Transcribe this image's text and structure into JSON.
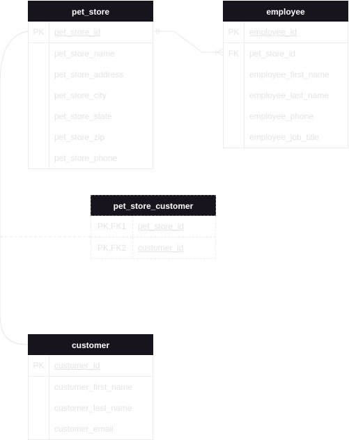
{
  "colors": {
    "header_bg": "#18141d",
    "header_text": "#ffffff",
    "attr_text": "#e4e4e4",
    "line": "#e8e8e8"
  },
  "entities": {
    "pet_store": {
      "name": "pet_store",
      "rows": [
        {
          "key": "PK",
          "attr": "pet_store_id"
        },
        {
          "key": "",
          "attr": "pet_store_name"
        },
        {
          "key": "",
          "attr": "pet_store_address"
        },
        {
          "key": "",
          "attr": "pet_store_city"
        },
        {
          "key": "",
          "attr": "pet_store_state"
        },
        {
          "key": "",
          "attr": "pet_store_zip"
        },
        {
          "key": "",
          "attr": "pet_store_phone"
        }
      ]
    },
    "employee": {
      "name": "employee",
      "rows": [
        {
          "key": "PK",
          "attr": "employee_id"
        },
        {
          "key": "FK",
          "attr": "pet_store_id"
        },
        {
          "key": "",
          "attr": "employee_first_name"
        },
        {
          "key": "",
          "attr": "employee_last_name"
        },
        {
          "key": "",
          "attr": "employee_phone"
        },
        {
          "key": "",
          "attr": "employee_job_title"
        }
      ]
    },
    "pet_store_customer": {
      "name": "pet_store_customer",
      "rows": [
        {
          "key": "PK,FK1",
          "attr": "pet_store_id"
        },
        {
          "key": "PK,FK2",
          "attr": "customer_id"
        }
      ]
    },
    "customer": {
      "name": "customer",
      "rows": [
        {
          "key": "PK",
          "attr": "customer_id"
        },
        {
          "key": "",
          "attr": "customer_first_name"
        },
        {
          "key": "",
          "attr": "customer_last_name"
        },
        {
          "key": "",
          "attr": "customer_email"
        }
      ]
    }
  }
}
